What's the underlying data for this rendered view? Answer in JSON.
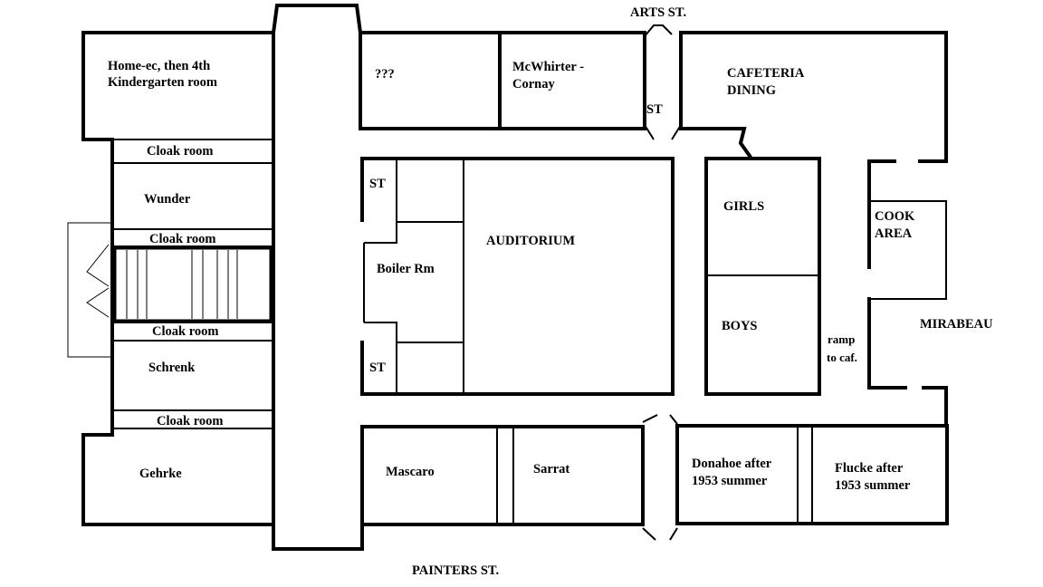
{
  "streets": {
    "north": "ARTS ST.",
    "south": "PAINTERS ST.",
    "east": "MIRABEAU"
  },
  "rooms": {
    "home_ec_line1": "Home-ec, then 4th",
    "home_ec_line2": "Kindergarten room",
    "cloak_1": "Cloak room",
    "wunder": "Wunder",
    "cloak_2": "Cloak room",
    "cloak_3": "Cloak room",
    "schrenk": "Schrenk",
    "cloak_4": "Cloak room",
    "gehrke": "Gehrke",
    "unknown": "???",
    "mcwhirter_line1": "McWhirter -",
    "mcwhirter_line2": "Cornay",
    "st_north": "ST",
    "cafeteria_line1": "CAFETERIA",
    "cafeteria_line2": "DINING",
    "st_west_upper": "ST",
    "boiler": "Boiler Rm",
    "st_west_lower": "ST",
    "auditorium": "AUDITORIUM",
    "girls": "GIRLS",
    "boys": "BOYS",
    "ramp_line1": "ramp",
    "ramp_line2": "to caf.",
    "cook_line1": "COOK",
    "cook_line2": "AREA",
    "mascaro": "Mascaro",
    "sarrat": "Sarrat",
    "donahoe_line1": "Donahoe after",
    "donahoe_line2": "1953 summer",
    "flucke_line1": "Flucke after",
    "flucke_line2": "1953 summer"
  }
}
